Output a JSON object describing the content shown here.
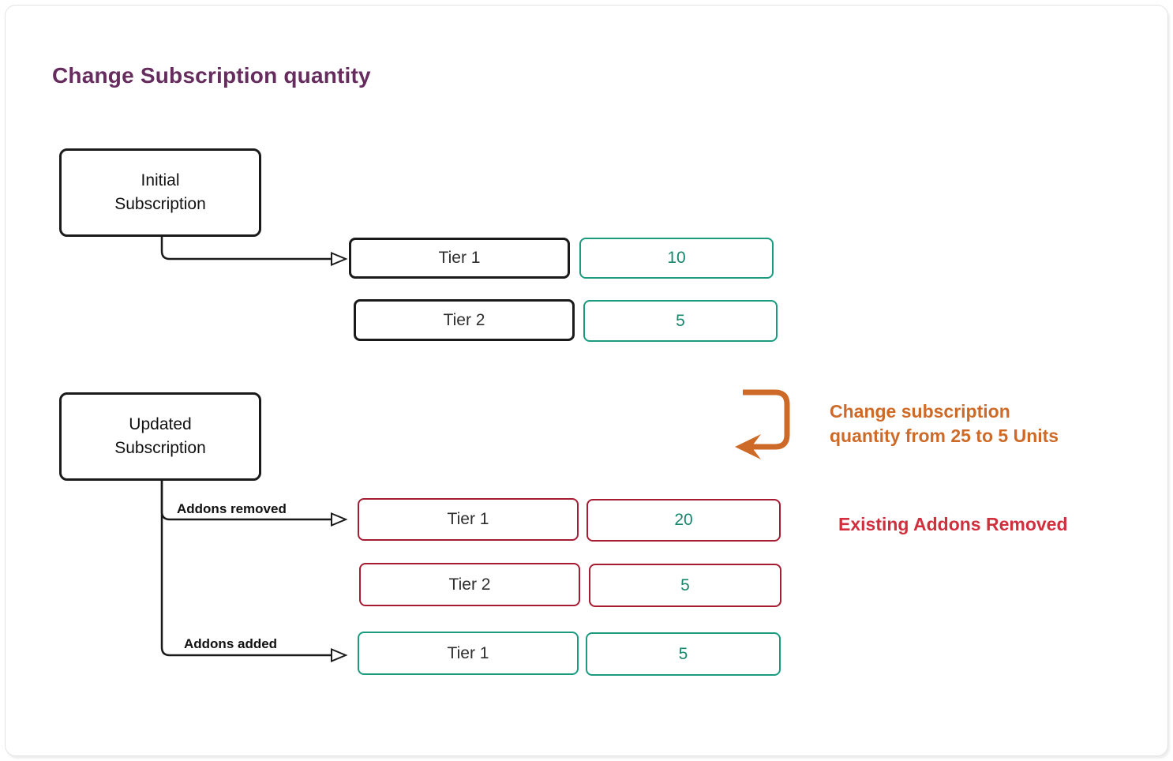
{
  "title": "Change Subscription quantity",
  "colors": {
    "title-purple": "#662c5e",
    "teal": "#1a9b80",
    "teal-text": "#17866c",
    "dark-red": "#a61d33",
    "note-red": "#d22f3e",
    "orange": "#ce6a28",
    "ink": "#1a1a1a"
  },
  "nodes": {
    "initial": {
      "line1": "Initial",
      "line2": "Subscription"
    },
    "updated": {
      "line1": "Updated",
      "line2": "Subscription"
    }
  },
  "initial_rows": [
    {
      "tier": "Tier 1",
      "qty": "10"
    },
    {
      "tier": "Tier 2",
      "qty": "5"
    }
  ],
  "updated_rows": [
    {
      "tier": "Tier 1",
      "qty": "20",
      "group": "removed"
    },
    {
      "tier": "Tier 2",
      "qty": "5",
      "group": "removed"
    },
    {
      "tier": "Tier 1",
      "qty": "5",
      "group": "added"
    }
  ],
  "edge_labels": {
    "removed": "Addons removed",
    "added": "Addons added"
  },
  "notes": {
    "change": {
      "line1": "Change subscription",
      "line2": "quantity from 25 to 5 Units"
    },
    "removed": "Existing Addons Removed"
  }
}
